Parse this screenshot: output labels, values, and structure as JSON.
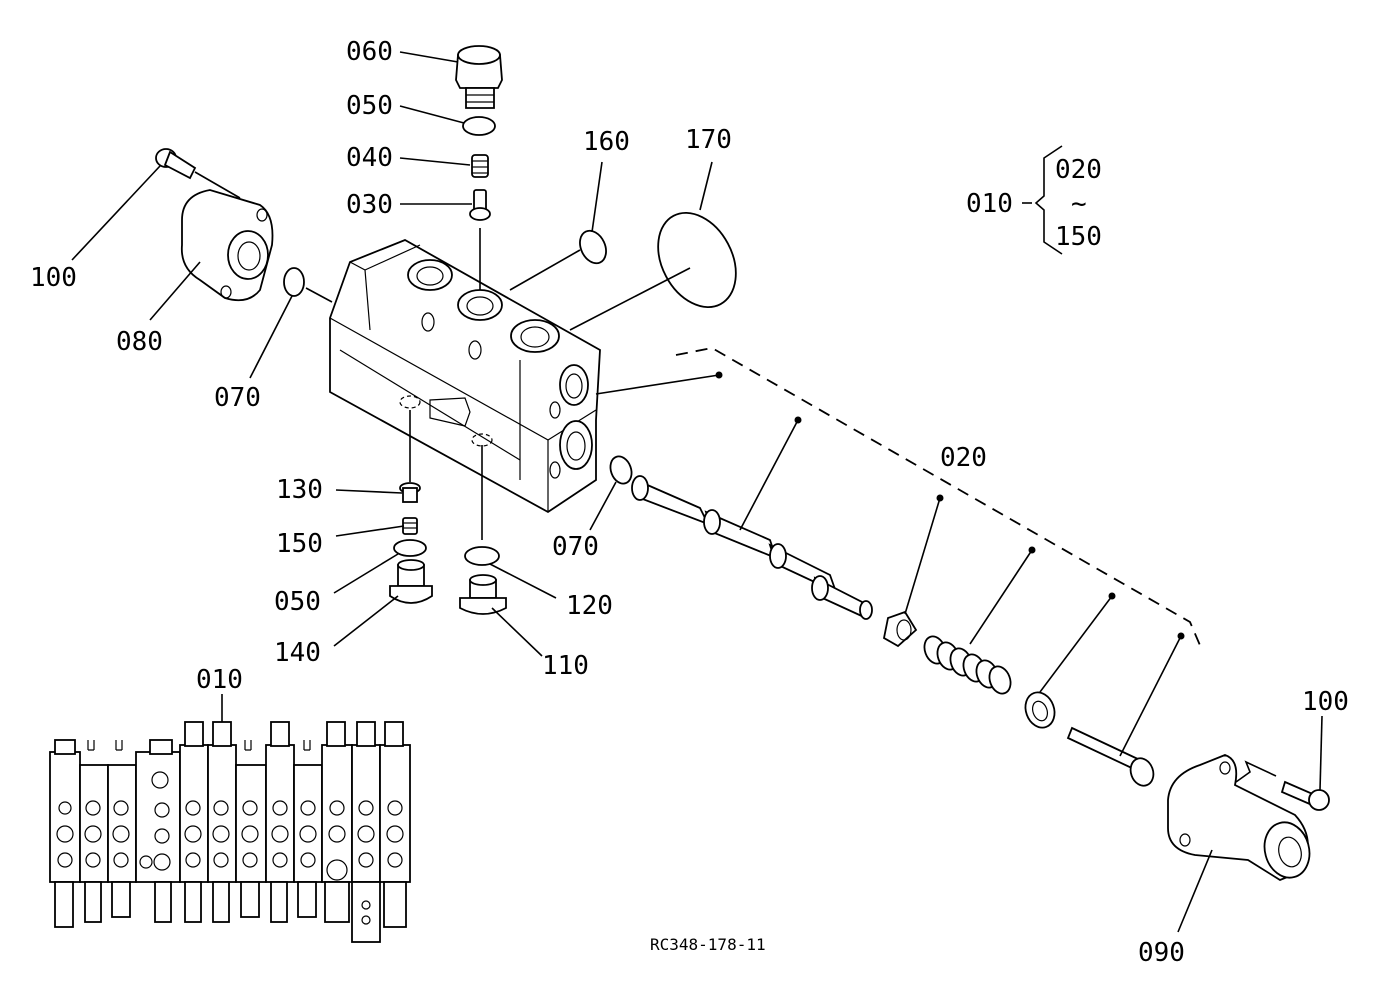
{
  "labels": {
    "p060": "060",
    "p050_top": "050",
    "p040": "040",
    "p030": "030",
    "p160": "160",
    "p170": "170",
    "p100_left": "100",
    "p080": "080",
    "p070_left": "070",
    "p130": "130",
    "p150": "150",
    "p050_bottom": "050",
    "p140": "140",
    "p120": "120",
    "p110": "110",
    "p070_right": "070",
    "p020": "020",
    "p100_right": "100",
    "p090": "090",
    "p010_assembly": "010"
  },
  "legend": {
    "assembly": "010",
    "range_start": "020",
    "range_sep": "~",
    "range_end": "150"
  },
  "figure_ref": "RC348-178-11"
}
